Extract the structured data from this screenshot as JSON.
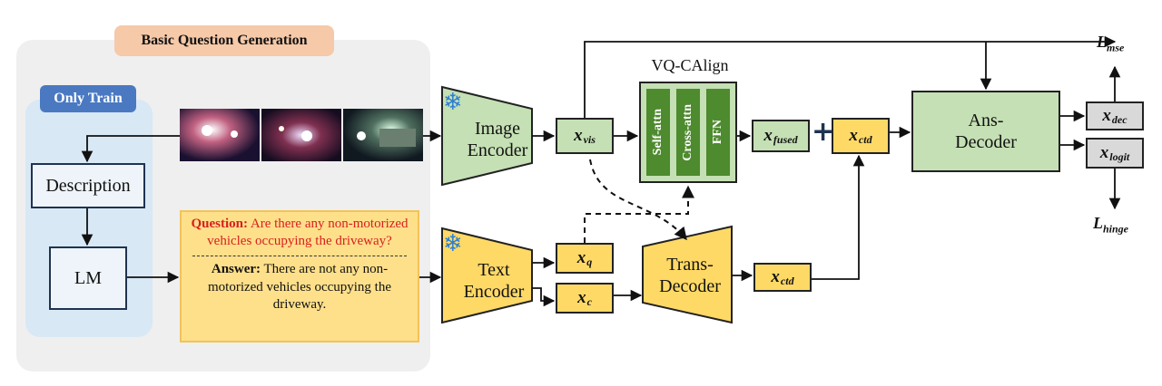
{
  "header": {
    "title": "Basic Question Generation"
  },
  "train_panel": {
    "tag": "Only Train",
    "description": "Description",
    "lm": "LM"
  },
  "qa": {
    "question_label": "Question:",
    "question_text": " Are there any non-motorized vehicles occupying the driveway?",
    "answer_label": "Answer:",
    "answer_text": " There are not any non-motorized vehicles occupying the driveway."
  },
  "encoders": {
    "image_line1": "Image",
    "image_line2": "Encoder",
    "text_line1": "Text",
    "text_line2": "Encoder",
    "frozen_icon": "snowflake-icon"
  },
  "vars": {
    "x": "x",
    "vis": "vis",
    "q": "q",
    "c": "c",
    "ctd": "ctd",
    "fused": "fused",
    "dec": "dec",
    "logit": "logit"
  },
  "vq": {
    "title": "VQ-CAlign",
    "layers": [
      "Self-attn",
      "Cross-attn",
      "FFN"
    ]
  },
  "trans_decoder": {
    "line1": "Trans-",
    "line2": "Decoder"
  },
  "ans_decoder": {
    "line1": "Ans-",
    "line2": "Decoder"
  },
  "plus": "+",
  "losses": {
    "L": "L",
    "mse": "mse",
    "hinge": "hinge"
  },
  "colors": {
    "green": "#c5e0b4",
    "yellow": "#ffd966",
    "gray": "#d9d9d9",
    "blue_tag": "#4a79c2",
    "orange_tag": "#f6c9a8"
  }
}
